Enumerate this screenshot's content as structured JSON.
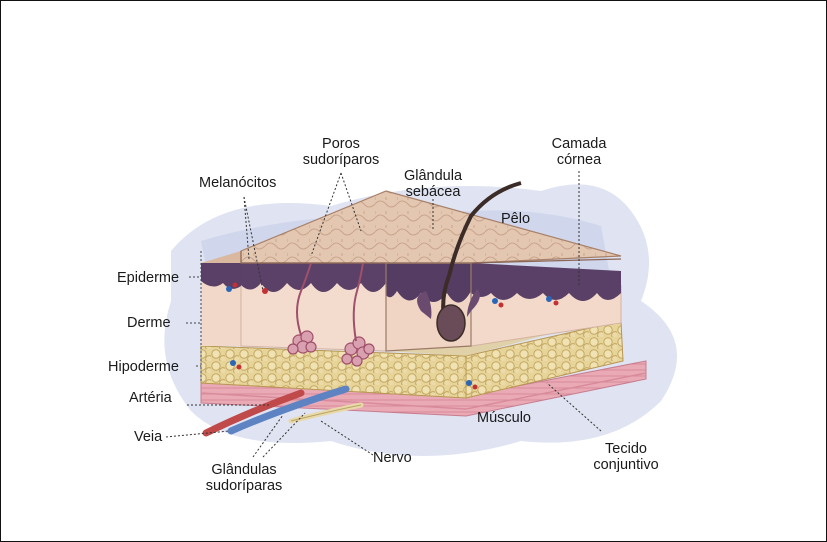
{
  "labels": {
    "poros": [
      "Poros",
      "sudoríparos"
    ],
    "camada": [
      "Camada",
      "córnea"
    ],
    "melanocitos": "Melanócitos",
    "glandula_sebacea": [
      "Glândula",
      "sebácea"
    ],
    "pelo": "Pêlo",
    "epiderme": "Epiderme",
    "derme": "Derme",
    "hipoderme": "Hipoderme",
    "arteria": "Artéria",
    "veia": "Veia",
    "glandulas_sudoriparas": [
      "Glândulas",
      "sudoríparas"
    ],
    "nervo": "Nervo",
    "musculo": "Músculo",
    "tecido_conjuntivo": [
      "Tecido",
      "conjuntivo"
    ]
  },
  "colors": {
    "epidermis_top": "#e2c3ad",
    "pigment_layer": "#5a3f66",
    "dermis": "#f1d8c8",
    "fat": "#e3cf8f",
    "muscle": "#e7a5b2",
    "artery": "#c04a4a",
    "vein": "#5d83c2",
    "nerve": "#e9d9a8",
    "hair": "#3c2c28",
    "watercolor": "#cdd4ea"
  }
}
